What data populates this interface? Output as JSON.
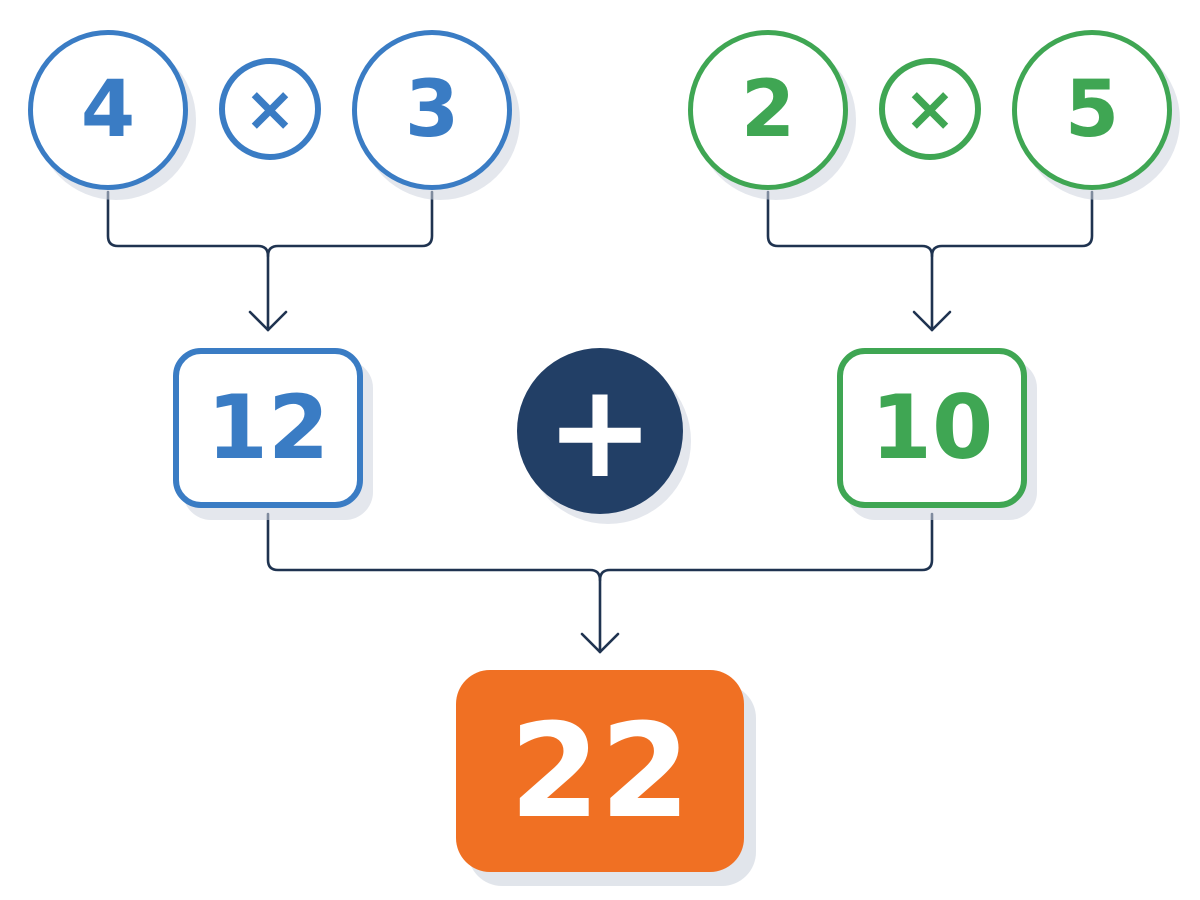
{
  "colors": {
    "left_branch": "#3a7cc4",
    "right_branch": "#3fa653",
    "plus_fill": "#223f66",
    "result_fill": "#f07023",
    "connector": "#1f3350"
  },
  "left_branch": {
    "operand_a": "4",
    "operator": "×",
    "operand_b": "3",
    "product": "12"
  },
  "right_branch": {
    "operand_a": "2",
    "operator": "×",
    "operand_b": "5",
    "product": "10"
  },
  "sum_operator": "+",
  "result": "22",
  "icons": {
    "multiply": "multiply-icon",
    "plus": "plus-icon",
    "arrow": "arrow-down-icon"
  }
}
